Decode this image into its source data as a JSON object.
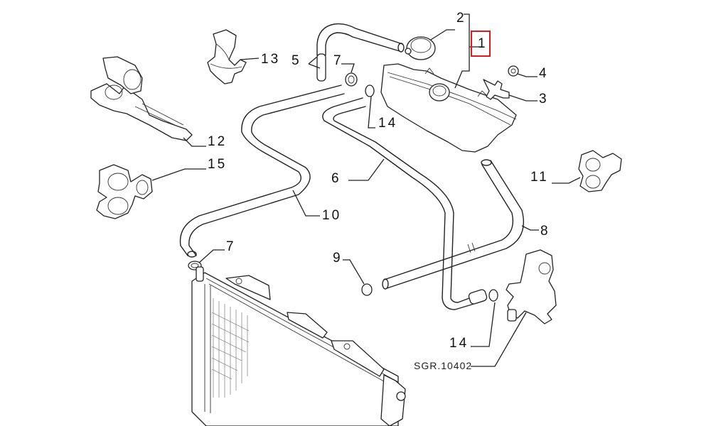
{
  "diagram": {
    "reference_code": "SGR.10402",
    "highlight_color": "#e01a1a",
    "highlighted_callout": "1",
    "callouts": {
      "c1": "1",
      "c2": "2",
      "c3": "3",
      "c4": "4",
      "c5": "5",
      "c6": "6",
      "c7a": "7",
      "c7b": "7",
      "c8": "8",
      "c9": "9",
      "c10": "10",
      "c11": "11",
      "c12": "12",
      "c13": "13",
      "c14a": "14",
      "c14b": "14",
      "c15": "15"
    }
  }
}
